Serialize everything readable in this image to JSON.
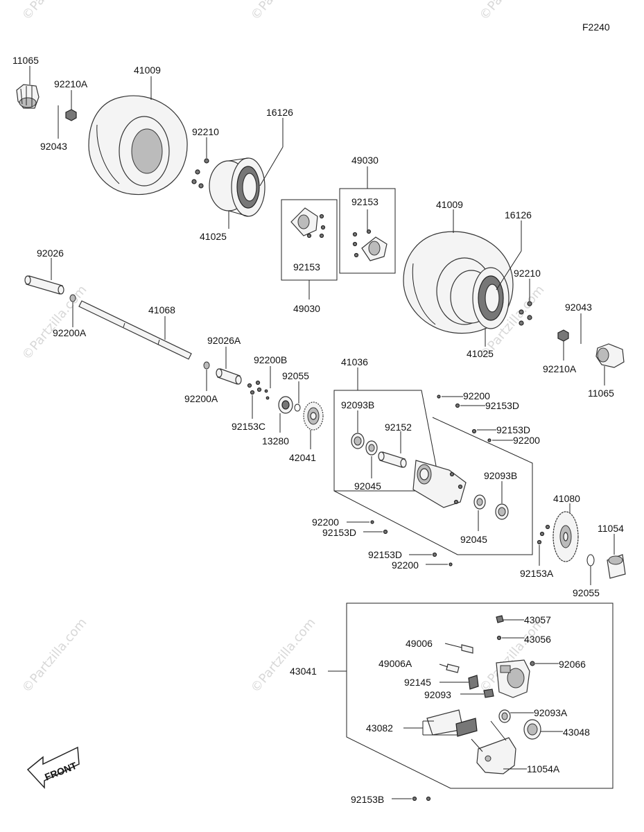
{
  "page_code": "F2240",
  "watermarks": [
    "©Partzilla.com",
    "©Partzilla.com",
    "©Partzilla.com",
    "©Partzilla.com",
    "©Partzilla.com",
    "©Partzilla.com",
    "©Partzilla.com",
    "©Partzilla.com"
  ],
  "front_label": "FRONT",
  "labels": {
    "l_11065_a": "11065",
    "l_92210A_a": "92210A",
    "l_92043_a": "92043",
    "l_41009_a": "41009",
    "l_92210_a": "92210",
    "l_16126_a": "16126",
    "l_41025_a": "41025",
    "l_49030_a": "49030",
    "l_92153_a": "92153",
    "l_92153_b": "92153",
    "l_49030_b": "49030",
    "l_41009_b": "41009",
    "l_16126_b": "16126",
    "l_92210_b": "92210",
    "l_92043_b": "92043",
    "l_41025_b": "41025",
    "l_92210A_b": "92210A",
    "l_11065_b": "11065",
    "l_92026": "92026",
    "l_92200A_a": "92200A",
    "l_41068": "41068",
    "l_92026A": "92026A",
    "l_92200B": "92200B",
    "l_92200A_b": "92200A",
    "l_92153C": "92153C",
    "l_92055_a": "92055",
    "l_13280": "13280",
    "l_42041": "42041",
    "l_41036": "41036",
    "l_92093B_a": "92093B",
    "l_92152": "92152",
    "l_92045_a": "92045",
    "l_92200_a": "92200",
    "l_92153D_a": "92153D",
    "l_92153D_b": "92153D",
    "l_92200_b": "92200",
    "l_92093B_b": "92093B",
    "l_92045_b": "92045",
    "l_92200_c": "92200",
    "l_92153D_c": "92153D",
    "l_92153D_d": "92153D",
    "l_92200_d": "92200",
    "l_41080": "41080",
    "l_11054": "11054",
    "l_92153A": "92153A",
    "l_92055_b": "92055",
    "l_43057": "43057",
    "l_43056": "43056",
    "l_49006": "49006",
    "l_49006A": "49006A",
    "l_92066": "92066",
    "l_43041": "43041",
    "l_92145": "92145",
    "l_92093": "92093",
    "l_92093A": "92093A",
    "l_43082": "43082",
    "l_43048": "43048",
    "l_11054A": "11054A",
    "l_92153B": "92153B"
  }
}
